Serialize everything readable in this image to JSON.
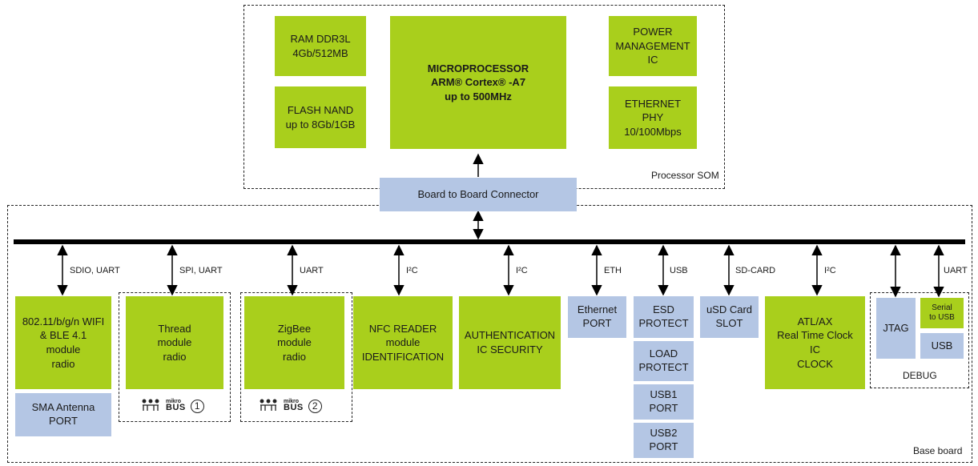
{
  "som": {
    "label": "Processor SOM",
    "ram": "RAM DDR3L\n4Gb/512MB",
    "flash": "FLASH NAND\nup to 8Gb/1GB",
    "cpu": {
      "line1": "MICROPROCESSOR",
      "line2": "ARM® Cortex® -A7",
      "line3": "up to 500MHz"
    },
    "power": "POWER\nMANAGEMENT\nIC",
    "ethphy": "ETHERNET\nPHY\n10/100Mbps"
  },
  "connector": "Board to Board Connector",
  "base": {
    "label": "Base board",
    "labels": {
      "wifi": "SDIO, UART",
      "thread": "SPI, UART",
      "zigbee": "UART",
      "nfc": "I²C",
      "auth": "I²C",
      "eth": "ETH",
      "usb": "USB",
      "sd": "SD-CARD",
      "rtc": "I²C",
      "uart": "UART"
    },
    "wifi": "802.11/b/g/n WIFI\n& BLE 4.1\nmodule\nradio",
    "sma": "SMA Antenna\nPORT",
    "thread": "Thread\nmodule\nradio",
    "zigbee": "ZigBee\nmodule\nradio",
    "mikro_small": "mikro",
    "mikro_big": "BUS",
    "slot1": "1",
    "slot2": "2",
    "nfc": "NFC READER\nmodule\nIDENTIFICATION",
    "auth": "AUTHENTICATION\nIC  SECURITY",
    "ethport": "Ethernet\nPORT",
    "esd": "ESD\nPROTECT",
    "load": "LOAD\nPROTECT",
    "usb1": "USB1\nPORT",
    "usb2": "USB2\nPORT",
    "sdslot": "uSD Card\nSLOT",
    "rtc": "ATL/AX\nReal Time Clock\nIC\nCLOCK",
    "jtag": "JTAG",
    "serial": "Serial\nto USB",
    "usb": "USB",
    "debug": "DEBUG"
  },
  "colors": {
    "green": "#a9cf1c",
    "blue": "#b4c6e4",
    "bus": "#000000"
  }
}
